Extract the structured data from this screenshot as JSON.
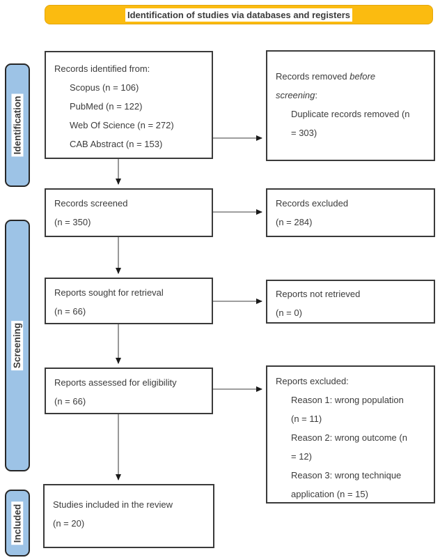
{
  "colors": {
    "title_bg": "#FBBB10",
    "sidebar_bg": "#9DC3E6",
    "box_border": "#3A3A3A",
    "text": "#3B3B3B",
    "arrow_line": "#7F7F7F",
    "arrow_head": "#1A1A1A",
    "highlight_bg": "#FFFFFF"
  },
  "header": {
    "title": "Identification of studies via databases and registers"
  },
  "sidebar": {
    "identification_label": "Identification",
    "screening_label": "Screening",
    "included_label": "Included"
  },
  "boxes": {
    "records_identified": {
      "heading": "Records identified from:",
      "items": [
        "Scopus (n = 106)",
        "PubMed (n = 122)",
        "Web Of Science (n = 272)",
        "CAB Abstract (n = 153)"
      ]
    },
    "records_removed": {
      "text_pre_italic": "Records removed ",
      "text_italic": "before screening",
      "text_post_italic": ":",
      "items": [
        "Duplicate records removed (n = 303)"
      ]
    },
    "records_screened": {
      "line1": "Records screened",
      "line2": "(n = 350)"
    },
    "records_excluded": {
      "line1": "Records excluded",
      "line2": "(n = 284)"
    },
    "reports_sought": {
      "line1": "Reports sought for retrieval",
      "line2": "(n = 66)"
    },
    "reports_not_retrieved": {
      "line1": "Reports not retrieved",
      "line2": "(n = 0)"
    },
    "reports_assessed": {
      "line1": "Reports assessed for eligibility",
      "line2": "(n = 66)"
    },
    "reports_excluded": {
      "heading": "Reports excluded:",
      "items": [
        "Reason 1: wrong population (n = 11)",
        "Reason 2: wrong outcome (n = 12)",
        "Reason 3: wrong technique application (n = 15)"
      ]
    },
    "studies_included": {
      "line1": "Studies included in the review",
      "line2": "(n = 20)"
    }
  }
}
